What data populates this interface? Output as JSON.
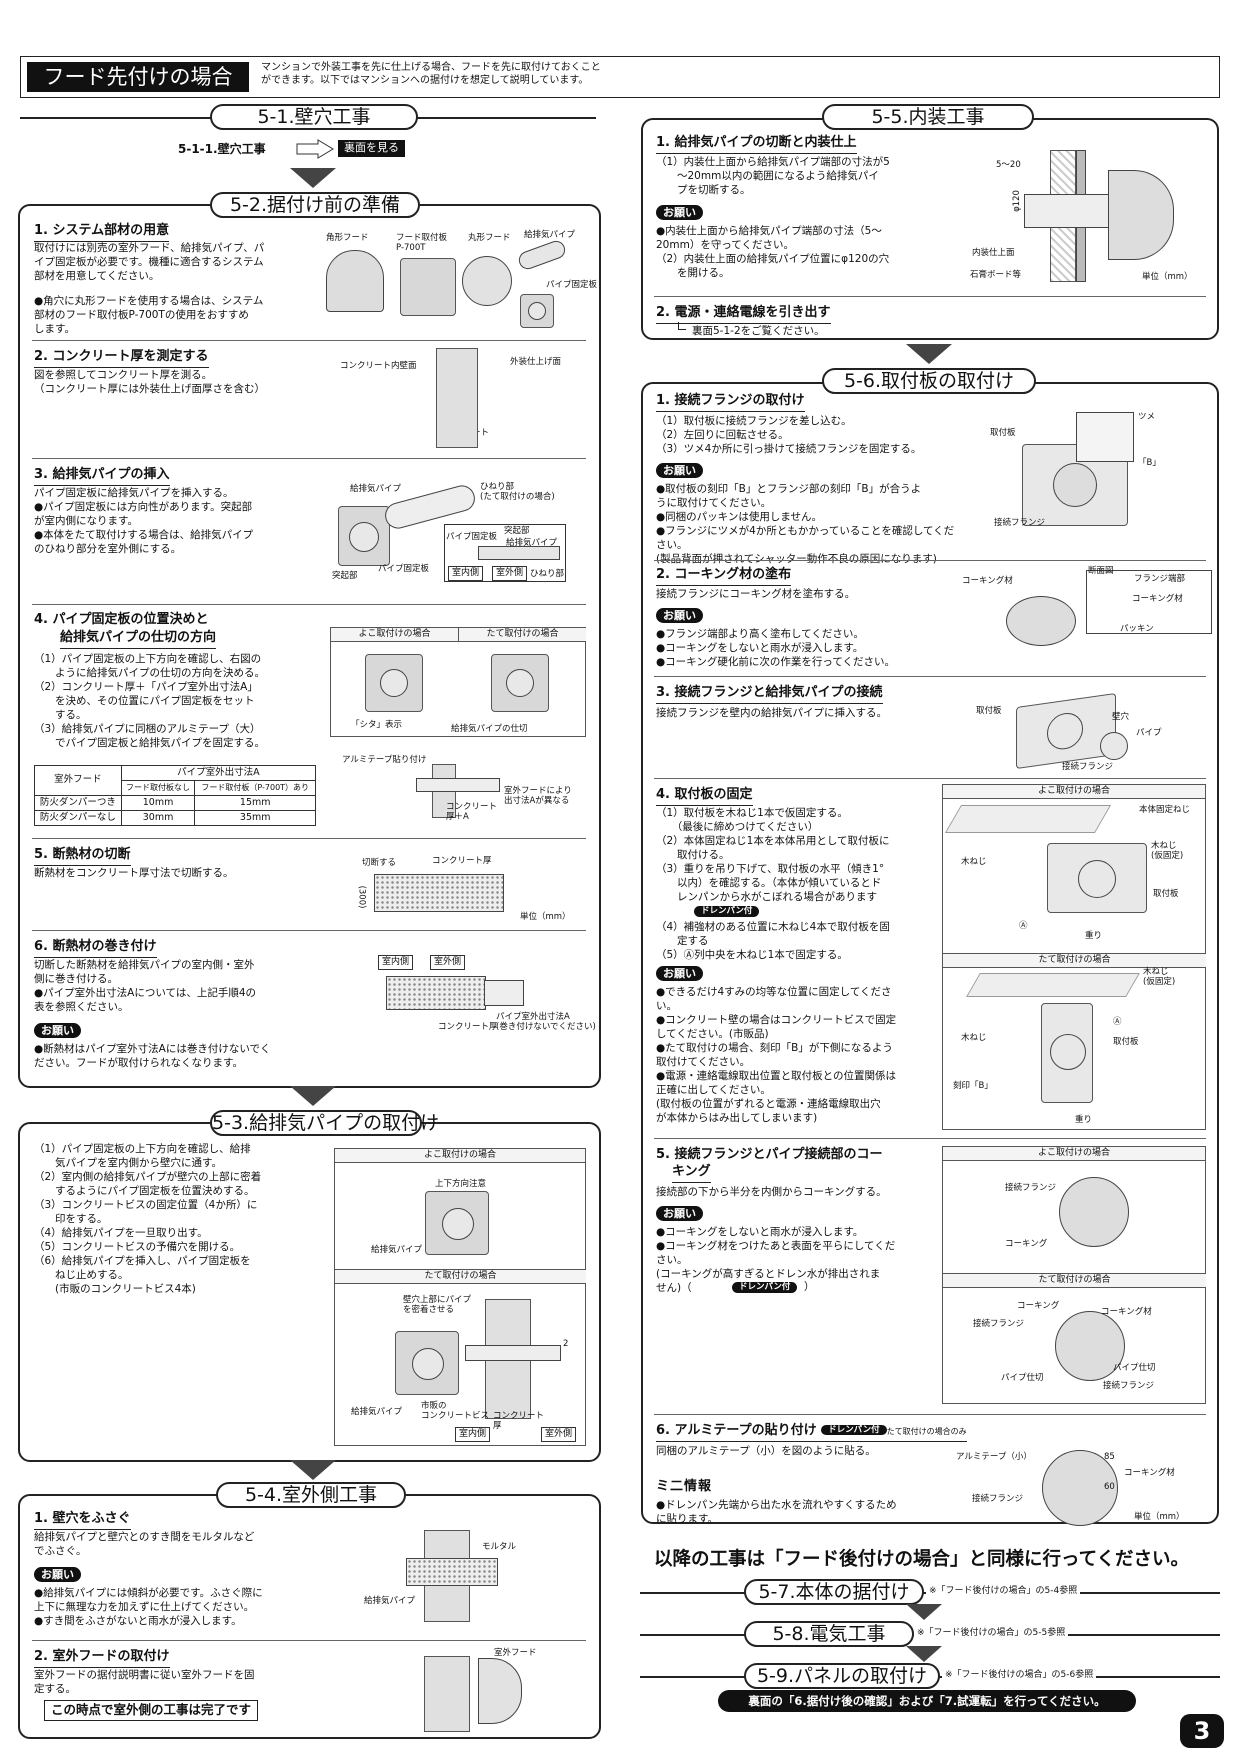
{
  "header": {
    "title": "フード先付けの場合",
    "desc_1": "マンションで外装工事を先に仕上げる場合、フードを先に取付けておくこと",
    "desc_2": "ができます。以下ではマンションへの据付けを想定して説明しています。"
  },
  "page_number": "3",
  "s51": {
    "title": "5-1.壁穴工事",
    "step": "5-1-1.壁穴工事",
    "ref": "裏面を見る"
  },
  "s52": {
    "title": "5-2.据付け前の準備",
    "i1": {
      "h": "1. システム部材の用意",
      "t": "取付けには別売の室外フード、給排気パイプ、パ\nイプ固定板が必要です。機種に適合するシステム\n部材を用意してください。",
      "n": "●角穴に丸形フードを使用する場合は、システム\n  部材のフード取付板P-700Tの使用をおすすめ\n  します。",
      "f": [
        "角形フード",
        "フード取付板\nP-700T",
        "丸形フード",
        "給排気パイプ",
        "パイプ固定板"
      ]
    },
    "i2": {
      "h": "2. コンクリート厚を測定する",
      "t": "図を参照してコンクリート厚を測る。\n（コンクリート厚には外装仕上げ面厚さを含む）",
      "f": [
        "コンクリート内壁面",
        "外装仕上げ面",
        "コンクリート\n厚"
      ]
    },
    "i3": {
      "h": "3. 給排気パイプの挿入",
      "t": "パイプ固定板に給排気パイプを挿入する。\n●パイプ固定板には方向性があります。突起部\n  が室内側になります。\n●本体をたて取付けする場合は、給排気パイプ\n  のひねり部分を室外側にする。",
      "f": [
        "給排気パイプ",
        "ひねり部\n(たて取付けの場合)",
        "突起部",
        "パイプ固定板",
        "給排気パイプ",
        "突起部",
        "パイプ固定板",
        "室内側",
        "室外側",
        "ひねり部"
      ]
    },
    "i4": {
      "h1": "4. パイプ固定板の位置決めと",
      "h2": "給排気パイプの仕切の方向",
      "t": "（1）パイプ固定板の上下方向を確認し、右図の\n　　ように給排気パイプの仕切の方向を決める。\n（2）コンクリート厚＋「パイプ室外出寸法A」\n　　を決め、その位置にパイプ固定板をセット\n　　する。\n（3）給排気パイプに同梱のアルミテープ（大）\n　　でパイプ固定板と給排気パイプを固定する。",
      "f": [
        "よこ取付けの場合",
        "たて取付けの場合",
        "「シタ」表示",
        "給排気パイプの仕切",
        "アルミテープ貼り付け",
        "室外フードにより\n出寸法Aが異なる",
        "コンクリート\n厚＋A"
      ],
      "table": {
        "h1": "室外フード",
        "h2": "パイプ室外出寸法A",
        "h3": "フード取付板なし",
        "h4": "フード取付板（P-700T）あり",
        "rows": [
          [
            "防火ダンパーつき",
            "10mm",
            "15mm"
          ],
          [
            "防火ダンパーなし",
            "30mm",
            "35mm"
          ]
        ]
      }
    },
    "i5": {
      "h": "5. 断熱材の切断",
      "t": "断熱材をコンクリート厚寸法で切断する。",
      "f": [
        "切断する",
        "コンクリート厚",
        "(300)",
        "単位（mm）"
      ]
    },
    "i6": {
      "h": "6. 断熱材の巻き付け",
      "t": "切断した断熱材を給排気パイプの室内側・室外\n側に巻き付ける。\n●パイプ室外出寸法Aについては、上記手順4の\n  表を参照ください。",
      "ask": "お願い",
      "n": "●断熱材はパイプ室外寸法Aには巻き付けないでく\n  ださい。フードが取付けられなくなります。",
      "f": [
        "室内側",
        "室外側",
        "コンクリート厚",
        "パイプ室外出寸法A\n(巻き付けないでください)"
      ]
    }
  },
  "s53": {
    "title": "5-3.給排気パイプの取付け",
    "t": "（1）パイプ固定板の上下方向を確認し、給排\n　　気パイプを室内側から壁穴に通す。\n（2）室内側の給排気パイプが壁穴の上部に密着\n　　するようにパイプ固定板を位置決めする。\n（3）コンクリートビスの固定位置（4か所）に\n　　印をする。\n（4）給排気パイプを一旦取り出す。\n（5）コンクリートビスの予備穴を開ける。\n（6）給排気パイプを挿入し、パイプ固定板を\n　　ねじ止めする。\n　　(市販のコンクリートビス4本)",
    "f": [
      "よこ取付けの場合",
      "上下方向注意",
      "給排気パイプ",
      "たて取付けの場合",
      "壁穴上部にパイプ\nを密着させる",
      "給排気パイプ",
      "市販の\nコンクリートビス",
      "コンクリート\n厚",
      "室内側",
      "室外側",
      "2"
    ]
  },
  "s54": {
    "title": "5-4.室外側工事",
    "i1": {
      "h": "1. 壁穴をふさぐ",
      "t": "給排気パイプと壁穴とのすき間をモルタルなど\nでふさぐ。",
      "ask": "お願い",
      "n": "●給排気パイプには傾斜が必要です。ふさぐ際に\n  上下に無理な力を加えずに仕上げてください。\n●すき間をふさがないと雨水が浸入します。",
      "f": [
        "モルタル",
        "給排気パイプ"
      ]
    },
    "i2": {
      "h": "2. 室外フードの取付け",
      "t": "室外フードの据付説明書に従い室外フードを固\n定する。",
      "f": [
        "室外フード"
      ]
    },
    "done": "この時点で室外側の工事は完了です"
  },
  "s55": {
    "title": "5-5.内装工事",
    "i1": {
      "h": "1. 給排気パイプの切断と内装仕上",
      "t": "（1）内装仕上面から給排気パイプ端部の寸法が5\n　　～20mm以内の範囲になるよう給排気パイ\n　　プを切断する。",
      "ask": "お願い",
      "n": "●内装仕上面から給排気パイプ端部の寸法（5～\n  20mm）を守ってください。\n（2）内装仕上面の給排気パイプ位置にφ120の穴\n　　を開ける。",
      "f": [
        "5～20",
        "φ120",
        "内装仕上面",
        "石膏ボード等",
        "単位（mm）"
      ]
    },
    "i2": {
      "h": "2. 電源・連絡電線を引き出す",
      "t": "裏面5-1-2をご覧ください。"
    }
  },
  "s56": {
    "title": "5-6.取付板の取付け",
    "i1": {
      "h": "1. 接続フランジの取付け",
      "t": "（1）取付板に接続フランジを差し込む。\n（2）左回りに回転させる。\n（3）ツメ4か所に引っ掛けて接続フランジを固定する。",
      "ask": "お願い",
      "n": "●取付板の刻印「B」とフランジ部の刻印「B」が合うよ\n  うに取付けてください。\n●同梱のパッキンは使用しません。\n●フランジにツメが4か所ともかかっていることを確認してください。\n  (製品背面が押されてシャッター動作不良の原因になります)",
      "f": [
        "ツメ",
        "取付板",
        "「B」",
        "接続フランジ"
      ]
    },
    "i2": {
      "h": "2. コーキング材の塗布",
      "t": "接続フランジにコーキング材を塗布する。",
      "ask": "お願い",
      "n": "●フランジ端部より高く塗布してください。\n●コーキングをしないと雨水が浸入します。\n●コーキング硬化前に次の作業を行ってください。",
      "f": [
        "コーキング材",
        "断面図",
        "フランジ端部",
        "コーキング材",
        "パッキン"
      ]
    },
    "i3": {
      "h": "3. 接続フランジと給排気パイプの接続",
      "t": "接続フランジを壁内の給排気パイプに挿入する。",
      "f": [
        "取付板",
        "壁穴",
        "パイプ",
        "接続フランジ"
      ]
    },
    "i4": {
      "h": "4. 取付板の固定",
      "t": "（1）取付板を木ねじ1本で仮固定する。\n　　（最後に締めつけてください）\n（2）本体固定ねじ1本を本体吊用として取付板に\n　　取付ける。\n（3）重りを吊り下げて、取付板の水平（傾き1°\n　　以内）を確認する。（本体が傾いているとド\n　　レンパンから水がこぼれる場合があります",
      "dp": "ドレンパン付",
      "t2": "（4）補強材のある位置に木ねじ4本で取付板を固\n　　定する\n（5）Ⓐ列中央を木ねじ1本で固定する。",
      "ask": "お願い",
      "n": "●できるだけ4すみの均等な位置に固定してくださ\n  い。\n●コンクリート壁の場合はコンクリートビスで固定\n  してください。(市販品)\n●たて取付けの場合、刻印「B」が下側になるよう\n  取付けてください。\n●電源・連絡電線取出位置と取付板との位置関係は\n  正確に出してください。\n  (取付板の位置がずれると電源・連絡電線取出穴\n  が本体からはみ出してしまいます)",
      "f": [
        "よこ取付けの場合",
        "本体固定ねじ",
        "木ねじ\n(仮固定)",
        "木ねじ",
        "取付板",
        "重り",
        "Ⓐ",
        "たて取付けの場合",
        "木ねじ\n(仮固定)",
        "木ねじ",
        "取付板",
        "刻印「B」",
        "重り",
        "Ⓐ"
      ]
    },
    "i5": {
      "h1": "5. 接続フランジとパイプ接続部のコー",
      "h2": "キング",
      "t": "接続部の下から半分を内側からコーキングする。",
      "ask": "お願い",
      "n": "●コーキングをしないと雨水が浸入します。\n●コーキング材をつけたあと表面を平らにしてくだ\n  さい。\n  (コーキングが高すぎるとドレン水が排出されま\n  せん)（",
      "dp": "ドレンパン付",
      "n2": "）",
      "f": [
        "よこ取付けの場合",
        "接続フランジ",
        "コーキング",
        "たて取付けの場合",
        "コーキング",
        "コーキング材",
        "接続フランジ",
        "パイプ仕切",
        "パイプ仕切",
        "接続フランジ"
      ]
    },
    "i6": {
      "h": "6. アルミテープの貼り付け",
      "dp": "ドレンパン付",
      "hs": "たて取付けの場合のみ",
      "t": "同梱のアルミテープ（小）を図のように貼る。",
      "mini": "ミ二情報",
      "n": "●ドレンパン先端から出た水を流れやすくするため\n  に貼ります。",
      "f": [
        "アルミテープ（小）",
        "85",
        "コーキング材",
        "60",
        "接続フランジ",
        "単位（mm）"
      ]
    }
  },
  "later": "以降の工事は「フード後付けの場合」と同様に行ってください。",
  "s57": {
    "title": "5-7.本体の据付け",
    "ref": "※「フード後付けの場合」の5-4参照"
  },
  "s58": {
    "title": "5-8.電気工事",
    "ref": "※「フード後付けの場合」の5-5参照"
  },
  "s59": {
    "title": "5-9.パネルの取付け",
    "ref": "※「フード後付けの場合」の5-6参照"
  },
  "final": "裏面の「6.据付け後の確認」および「7.試運転」を行ってください。"
}
